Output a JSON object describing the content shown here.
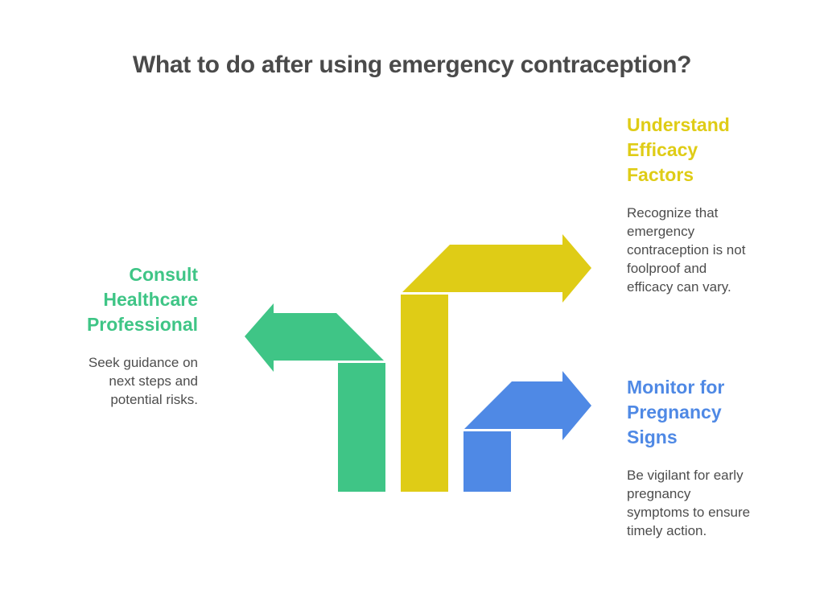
{
  "title": "What to do after using emergency contraception?",
  "colors": {
    "green": "#3FC586",
    "yellow": "#DFCC16",
    "blue": "#4F89E5"
  },
  "steps": [
    {
      "heading": "Consult Healthcare Professional",
      "heading_lines": [
        "Consult",
        "Healthcare",
        "Professional"
      ],
      "desc_lines": [
        "Seek guidance on",
        "next steps and",
        "potential risks."
      ],
      "color": "#3FC586",
      "direction": "left"
    },
    {
      "heading": "Understand Efficacy Factors",
      "heading_lines": [
        "Understand",
        "Efficacy",
        "Factors"
      ],
      "desc_lines": [
        "Recognize that",
        "emergency",
        "contraception is not",
        "foolproof and",
        "efficacy can vary."
      ],
      "color": "#DFCC16",
      "direction": "right"
    },
    {
      "heading": "Monitor for Pregnancy Signs",
      "heading_lines": [
        "Monitor for",
        "Pregnancy",
        "Signs"
      ],
      "desc_lines": [
        "Be vigilant for early",
        "pregnancy",
        "symptoms to ensure",
        "timely action."
      ],
      "color": "#4F89E5",
      "direction": "right"
    }
  ]
}
